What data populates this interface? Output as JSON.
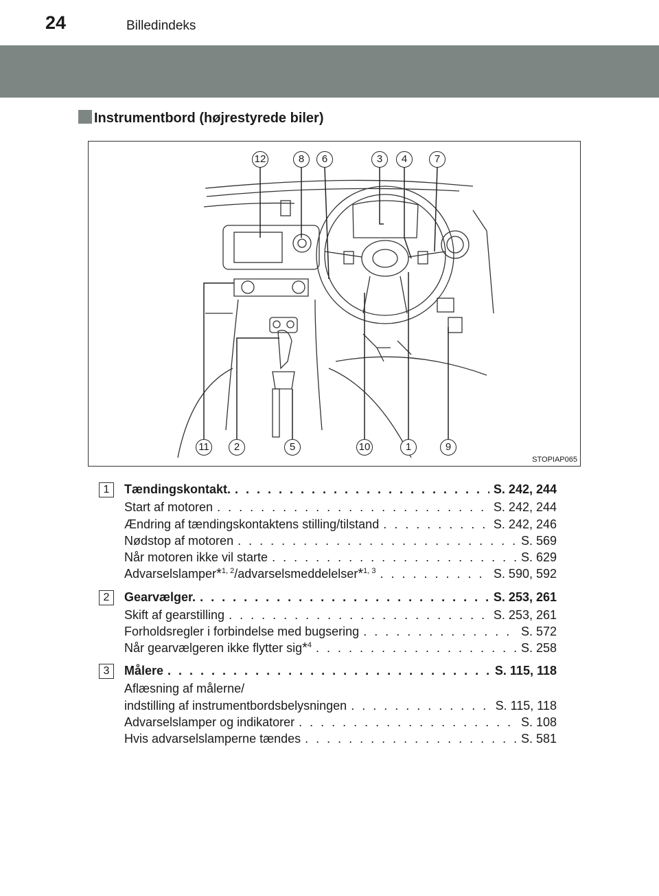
{
  "header": {
    "page_number": "24",
    "section": "Billedindeks"
  },
  "heading": "Instrumentbord (højrestyrede biler)",
  "figure": {
    "code": "STOPIAP065",
    "callouts_top": [
      "12",
      "8",
      "6",
      "3",
      "4",
      "7"
    ],
    "callouts_bottom": [
      "11",
      "2",
      "5",
      "10",
      "1",
      "9"
    ]
  },
  "entries": [
    {
      "badge": "1",
      "title": "Tændingskontakt.",
      "title_ref": "S. 242, 244",
      "items": [
        {
          "label": "Start af motoren",
          "ref": "S. 242, 244"
        },
        {
          "label": "Ændring af tændingskontaktens stilling/tilstand",
          "ref": "S. 242, 246"
        },
        {
          "label": "Nødstop af motoren",
          "ref": "S. 569"
        },
        {
          "label": "Når motoren ikke vil starte",
          "ref": "S. 629"
        },
        {
          "label_a": "Advarselslamper",
          "star": "*",
          "sup_a": "1, 2",
          "label_b": "/advarselsmeddelelser",
          "sup_b": "1, 3",
          "ref": "S. 590, 592"
        }
      ]
    },
    {
      "badge": "2",
      "title": "Gearvælger.",
      "title_ref": "S. 253, 261",
      "items": [
        {
          "label": "Skift af gearstilling",
          "ref": "S. 253, 261"
        },
        {
          "label": "Forholdsregler i forbindelse med bugsering",
          "ref": "S. 572"
        },
        {
          "label": "Når gearvælgeren ikke flytter sig",
          "star": "*",
          "sup": "4",
          "ref": "S. 258"
        }
      ]
    },
    {
      "badge": "3",
      "title": "Målere",
      "title_ref": "S. 115, 118",
      "items": [
        {
          "label": "Aflæsning af målerne/"
        },
        {
          "label": "indstilling af instrumentbordsbelysningen",
          "ref": "S. 115, 118"
        },
        {
          "label": "Advarselslamper og indikatorer",
          "ref": "S. 108"
        },
        {
          "label": "Hvis advarselslamperne tændes",
          "ref": "S. 581"
        }
      ]
    }
  ]
}
